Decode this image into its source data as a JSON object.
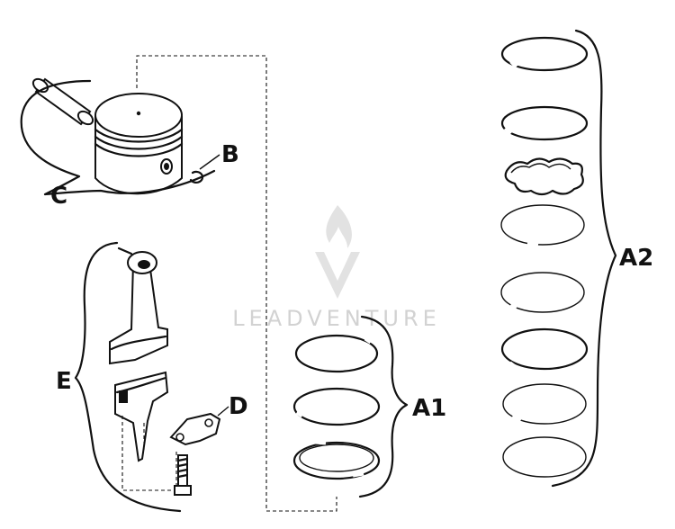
{
  "labels": {
    "a1": "A1",
    "a2": "A2",
    "b": "B",
    "c": "C",
    "d": "D",
    "e": "E"
  },
  "watermark": {
    "text": "LEADVENTURE",
    "icon": "flame-v-logo-icon"
  },
  "colors": {
    "ink": "#111111",
    "watermark": "#d2d2d2",
    "background": "#ffffff"
  }
}
